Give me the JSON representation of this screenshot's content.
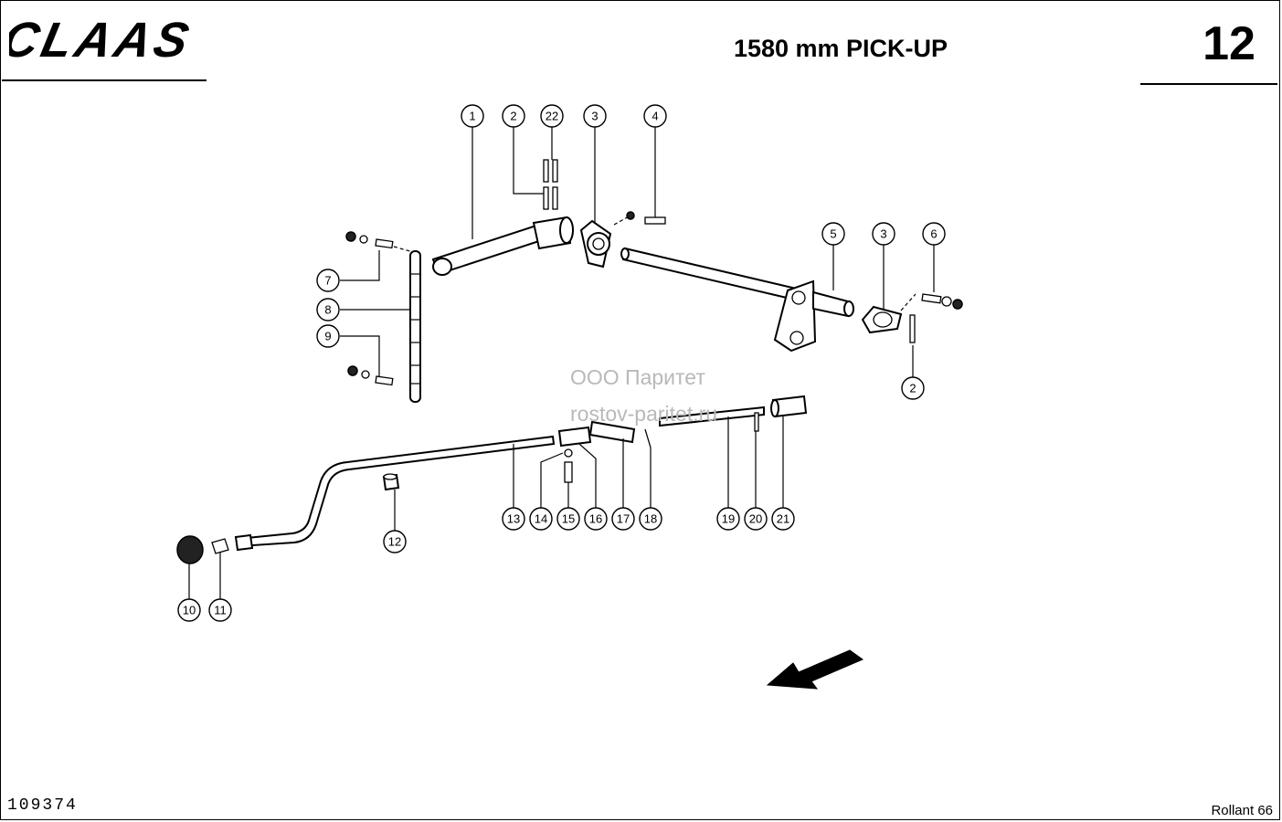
{
  "header": {
    "brand": "CLAAS",
    "title": "1580 mm PICK-UP",
    "page_number": "12"
  },
  "footer": {
    "drawing_number": "109374",
    "model": "Rollant 66"
  },
  "watermark": {
    "line1": "ООО Паритет",
    "line2": "rostov-paritet.ru"
  },
  "callouts": [
    "1",
    "2",
    "22",
    "3",
    "4",
    "5",
    "3",
    "6",
    "7",
    "8",
    "9",
    "2",
    "13",
    "14",
    "15",
    "16",
    "17",
    "18",
    "19",
    "20",
    "21",
    "12",
    "10",
    "11"
  ],
  "icons": {
    "direction": "direction-arrow-icon"
  }
}
